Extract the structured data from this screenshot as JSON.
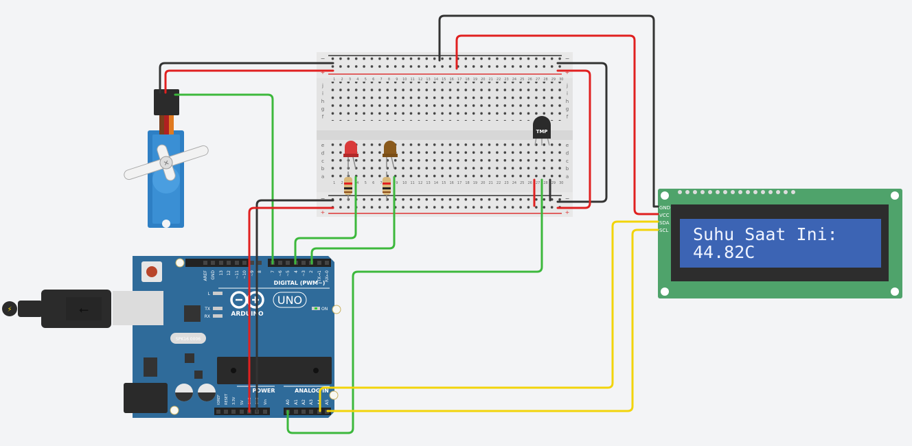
{
  "canvas": {
    "background": "#f3f4f6"
  },
  "colors": {
    "wire_black": "#333333",
    "wire_red": "#e02020",
    "wire_green": "#3cb83c",
    "wire_yellow": "#f2d40a",
    "arduino_blue": "#2f6b9a",
    "lcd_pcb": "#4fa36b",
    "lcd_screen": "#3c64b4",
    "breadboard": "#e2e2e2"
  },
  "lcd": {
    "pins": [
      "GND",
      "VCC",
      "SDA",
      "SCL"
    ],
    "line1": "Suhu Saat Ini:",
    "line2": "44.82C"
  },
  "arduino": {
    "brand": "ARDUINO",
    "model": "UNO",
    "digital_header_label": "DIGITAL (PWM~)",
    "digital_pins": [
      "AREF",
      "GND",
      "13",
      "12",
      "~11",
      "~10",
      "~9",
      "8",
      "7",
      "~6",
      "~5",
      "4",
      "~3",
      "2",
      "TX→1",
      "RX←0"
    ],
    "led_labels": [
      "L",
      "TX",
      "RX"
    ],
    "on_label": "ON",
    "power_header_label": "POWER",
    "power_pins": [
      "IOREF",
      "RESET",
      "3.3V",
      "5V",
      "GND",
      "GND",
      "Vin"
    ],
    "analog_header_label": "ANALOG IN",
    "analog_pins": [
      "A0",
      "A1",
      "A2",
      "A3",
      "A4",
      "A5"
    ],
    "crystal_label": "SPK16 0006"
  },
  "breadboard": {
    "columns": [
      "1",
      "2",
      "3",
      "4",
      "5",
      "6",
      "7",
      "8",
      "9",
      "10",
      "11",
      "12",
      "13",
      "14",
      "15",
      "16",
      "17",
      "18",
      "19",
      "20",
      "21",
      "22",
      "23",
      "24",
      "25",
      "26",
      "27",
      "28",
      "29",
      "30"
    ],
    "rows_top": [
      "j",
      "i",
      "h",
      "g",
      "f"
    ],
    "rows_bottom": [
      "e",
      "d",
      "c",
      "b",
      "a"
    ],
    "rail_minus": "−",
    "rail_plus": "+"
  },
  "components": {
    "temp_sensor_label": "TMP",
    "led_red": "#d93a3a",
    "led_yellow": "#8a5a1c"
  }
}
